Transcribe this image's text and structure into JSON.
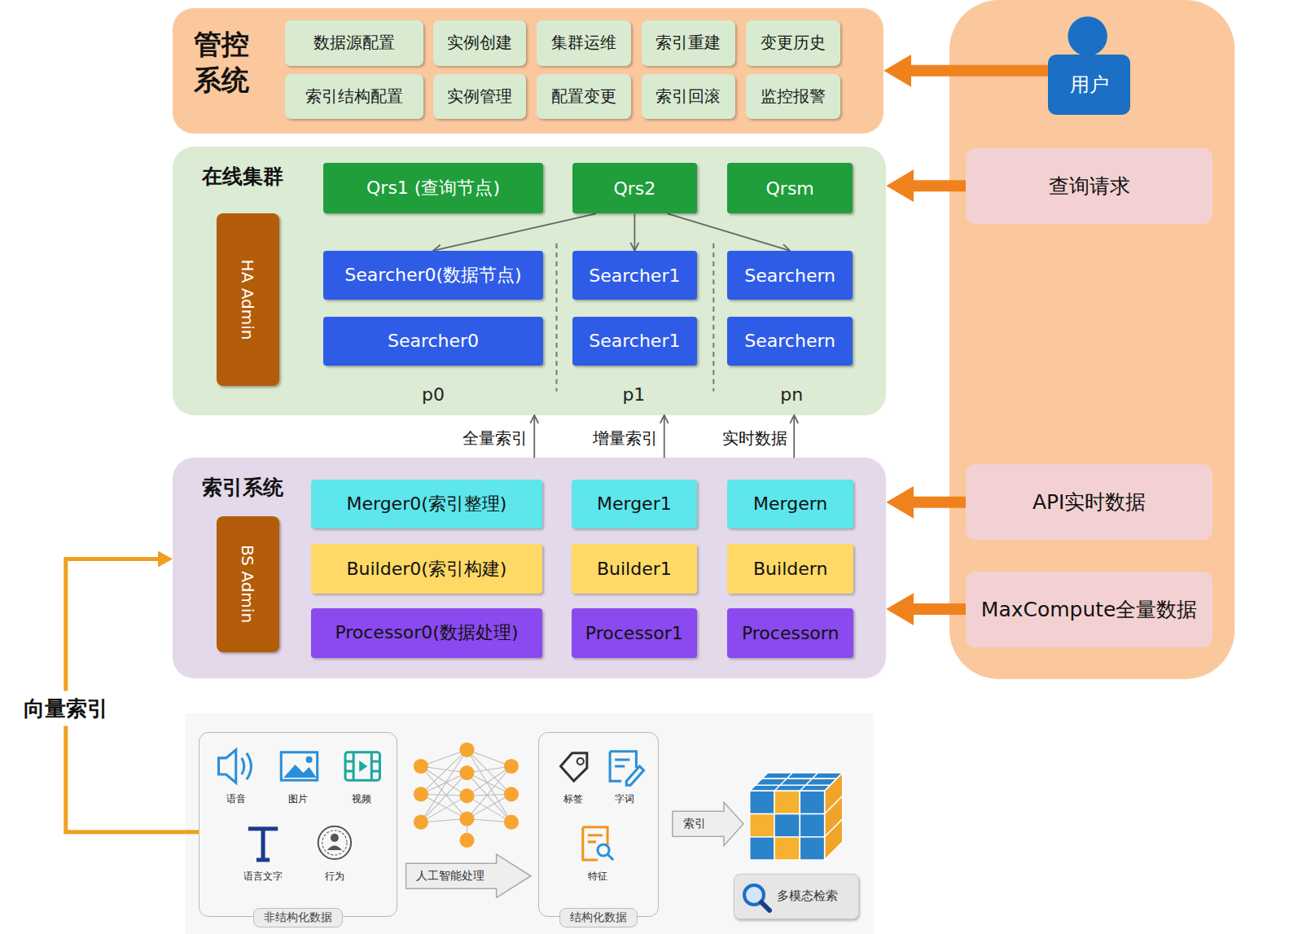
{
  "diagram": {
    "nodes": [
      {
        "text": [
          "管控 系统"
        ]
      },
      {
        "text": [
          "数据源配置"
        ],
        "in": 0
      },
      {
        "text": [
          "实例创建"
        ],
        "in": 0
      },
      {
        "text": [
          "集群运维"
        ],
        "in": 0
      },
      {
        "text": [
          "索引重建"
        ],
        "in": 0
      },
      {
        "text": [
          "变更历史"
        ],
        "in": 0
      },
      {
        "text": [
          "索引结构配置"
        ],
        "in": 0
      },
      {
        "text": [
          "实例管理"
        ],
        "in": 0
      },
      {
        "text": [
          "配置变更"
        ],
        "in": 0
      },
      {
        "text": [
          "索引回滚"
        ],
        "in": 0
      },
      {
        "text": [
          "监控报警"
        ],
        "in": 0
      },
      {
        "text": [
          "在线集群"
        ]
      },
      {
        "text": [
          "HA Admin"
        ],
        "in": 11
      },
      {
        "text": [
          "Qrs1 (查询节点)"
        ],
        "in": 11
      },
      {
        "text": [
          "Qrs2"
        ],
        "in": 11
      },
      {
        "text": [
          "Qrsm"
        ],
        "in": 11
      },
      {
        "text": [
          "Searcher0(数据节点)"
        ],
        "in": 11
      },
      {
        "text": [
          "Searcher1"
        ],
        "in": 11
      },
      {
        "text": [
          "Searchern"
        ],
        "in": 11
      },
      {
        "text": [
          "Searcher0"
        ],
        "in": 11
      },
      {
        "text": [
          "Searcher1"
        ],
        "in": 11
      },
      {
        "text": [
          "Searchern"
        ],
        "in": 11
      },
      {
        "text": [
          "索引系统"
        ]
      },
      {
        "text": [
          "BS Admin"
        ],
        "in": 22
      },
      {
        "text": [
          "Merger0(索引整理)"
        ],
        "in": 22
      },
      {
        "text": [
          "Merger1"
        ],
        "in": 22
      },
      {
        "text": [
          "Mergern"
        ],
        "in": 22
      },
      {
        "text": [
          "Builder0(索引构建)"
        ],
        "in": 22
      },
      {
        "text": [
          "Builder1"
        ],
        "in": 22
      },
      {
        "text": [
          "Buildern"
        ],
        "in": 22
      },
      {
        "text": [
          "Processor0(数据处理)"
        ],
        "in": 22
      },
      {
        "text": [
          "Processor1"
        ],
        "in": 22
      },
      {
        "text": [
          "Processorn"
        ],
        "in": 22
      },
      {
        "text": [
          "用户"
        ]
      },
      {
        "text": [
          "查询请求"
        ]
      },
      {
        "text": [
          "API实时数据"
        ]
      },
      {
        "text": [
          "MaxCompute全量数据"
        ]
      },
      {
        "text": [
          "非结构化数据"
        ]
      },
      {
        "text": [
          "人工智能处理"
        ]
      },
      {
        "text": [
          "结构化数据"
        ]
      },
      {
        "text": [
          "索引"
        ]
      },
      {
        "text": [
          "多模态检索"
        ]
      }
    ],
    "edges": [
      {
        "from": 14,
        "to": 16,
        "arrow": "to"
      },
      {
        "from": 14,
        "to": 17,
        "arrow": "to"
      },
      {
        "from": 14,
        "to": 18,
        "arrow": "to"
      },
      {
        "from": 22,
        "to": 11,
        "label": "全量索引",
        "arrow": "to"
      },
      {
        "from": 22,
        "to": 11,
        "label": "增量索引",
        "arrow": "to"
      },
      {
        "from": 22,
        "to": 11,
        "label": "实时数据",
        "arrow": "to"
      },
      {
        "from": 33,
        "to": 0,
        "arrow": "to"
      },
      {
        "from": 34,
        "to": 11,
        "arrow": "to"
      },
      {
        "from": 35,
        "to": 22,
        "arrow": "to"
      },
      {
        "from": 36,
        "to": 22,
        "arrow": "to"
      },
      {
        "from": 37,
        "to": 22,
        "label": "向量索引",
        "arrow": "to"
      }
    ],
    "labels": [
      "p0",
      "p1",
      "pn",
      "语音",
      "图片",
      "视频",
      "语言文字",
      "行为",
      "标签",
      "字词",
      "特征"
    ]
  }
}
